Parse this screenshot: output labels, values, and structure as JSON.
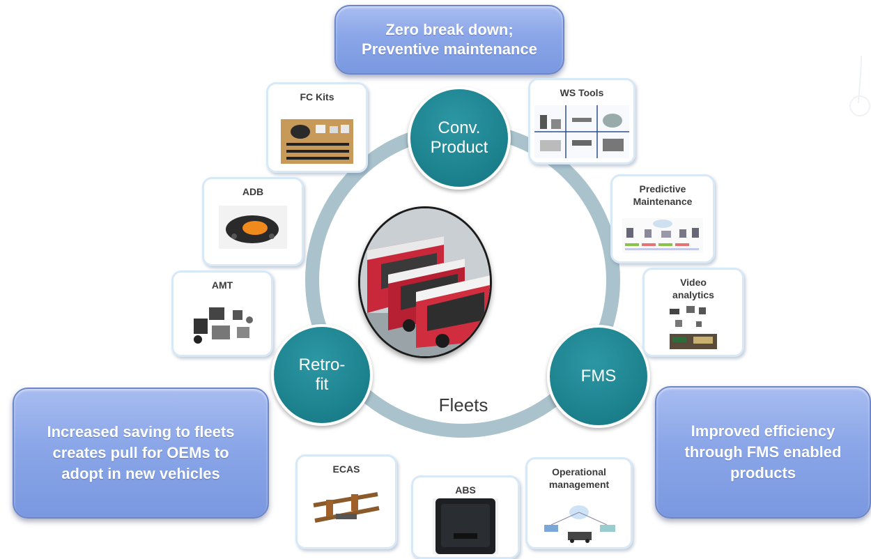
{
  "banners": {
    "top": [
      "Zero break down;",
      "Preventive maintenance"
    ],
    "left": [
      "Increased saving to fleets",
      "creates pull for OEMs to",
      "adopt in new vehicles"
    ],
    "right": [
      "Improved efficiency",
      "through FMS enabled",
      "products"
    ]
  },
  "nodes": {
    "conv": [
      "Conv.",
      "Product"
    ],
    "retrofit": [
      "Retro-",
      "fit"
    ],
    "fms": [
      "FMS"
    ]
  },
  "center": {
    "label": "Fleets"
  },
  "cards": {
    "fc_kits": [
      "FC Kits"
    ],
    "adb": [
      "ADB"
    ],
    "amt": [
      "AMT"
    ],
    "ws_tools": [
      "WS Tools"
    ],
    "predictive": [
      "Predictive",
      "Maintenance"
    ],
    "video": [
      "Video",
      "analytics"
    ],
    "ecas": [
      "ECAS"
    ],
    "abs": [
      "ABS"
    ],
    "operational": [
      "Operational",
      "management"
    ]
  },
  "colors": {
    "node_teal": "#1d838f",
    "ring": "#a9c2cc",
    "banner_blue": "#8aa6e8",
    "bus_red": "#c8283a"
  }
}
